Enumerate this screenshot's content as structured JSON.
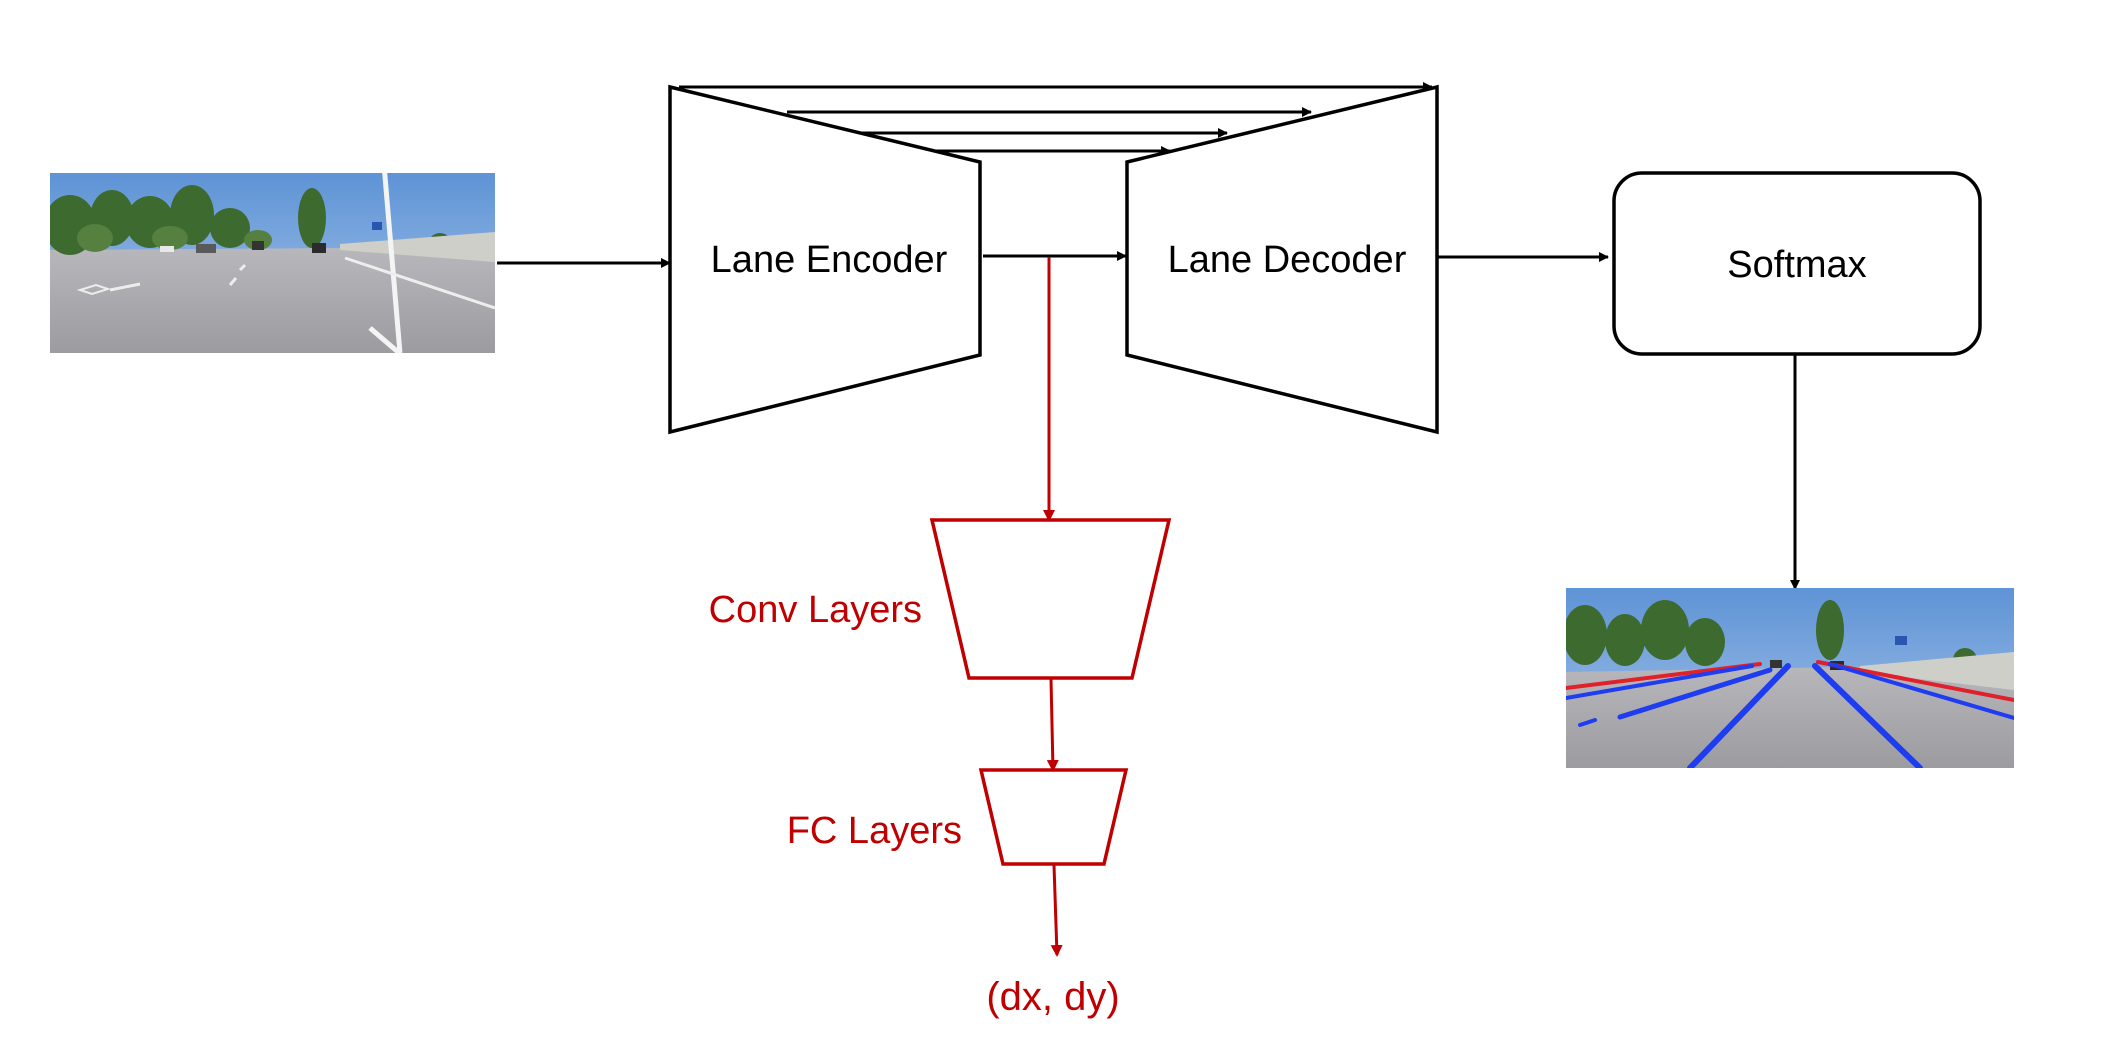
{
  "labels": {
    "encoder": "Lane Encoder",
    "decoder": "Lane Decoder",
    "softmax": "Softmax",
    "conv": "Conv Layers",
    "fc": "FC Layers",
    "output": "(dx, dy)"
  },
  "colors": {
    "main": "#000000",
    "branch": "#C00000",
    "lane_left": "#E0202A",
    "lane_inner": "#1E3CF0",
    "sky": "#6F9ED6",
    "road": "#A9A9AC"
  },
  "images": {
    "input": "input-road-image",
    "output": "lane-prediction-image"
  }
}
